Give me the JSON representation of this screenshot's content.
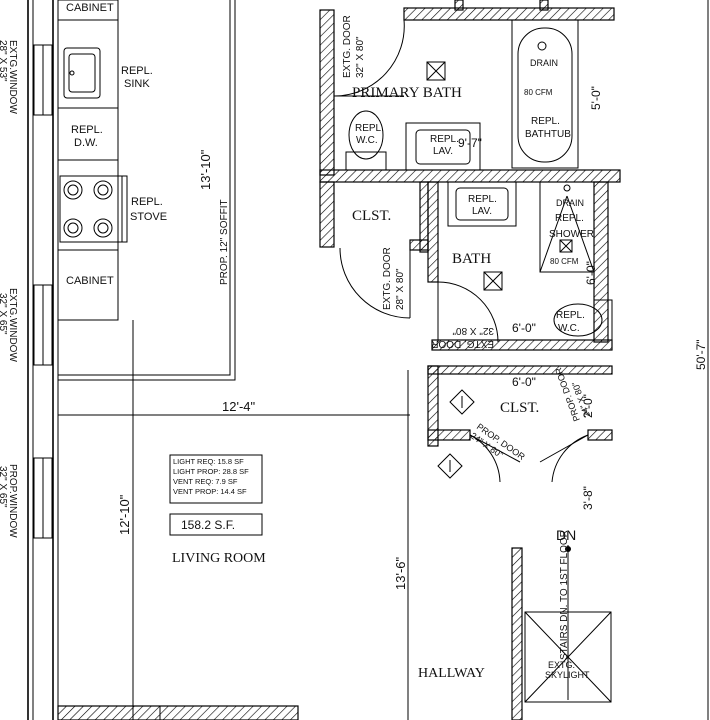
{
  "rooms": {
    "primary_bath": "PRIMARY BATH",
    "closet_1": "CLST.",
    "bath": "BATH",
    "closet_2": "CLST.",
    "living_room": "LIVING ROOM",
    "hallway": "HALLWAY"
  },
  "fixtures": {
    "cabinet_top": "CABINET",
    "sink": [
      "REPL.",
      "SINK"
    ],
    "dishwasher": [
      "REPL.",
      "D.W."
    ],
    "stove": [
      "REPL.",
      "STOVE"
    ],
    "cabinet_mid": "CABINET",
    "primary_wc": [
      "REPL.",
      "W.C."
    ],
    "primary_lav": [
      "REPL.",
      "LAV."
    ],
    "drain_1": "DRAIN",
    "fan_1": "80 CFM",
    "bathtub": [
      "REPL.",
      "BATHTUB"
    ],
    "bath_lav": [
      "REPL.",
      "LAV."
    ],
    "drain_2": "DRAIN",
    "shower": [
      "REPL.",
      "SHOWER"
    ],
    "fan_2": "80 CFM",
    "bath_wc": [
      "REPL.",
      "W.C."
    ],
    "skylight": [
      "EXTG.",
      "SKYLIGHT"
    ]
  },
  "doors": {
    "primary_door": [
      "EXTG. DOOR",
      "32\" X 80\""
    ],
    "closet_door": [
      "EXTG. DOOR",
      "28\" X 80\""
    ],
    "bath_door": [
      "32\" X 80\"",
      "EXTG. DOOR"
    ],
    "prop_door_1": [
      "PROP. DOOR",
      "24\" X 80\""
    ],
    "prop_door_2": [
      "PROP. DOOR",
      "24\" X 80\""
    ]
  },
  "windows": {
    "window_1": [
      "EXTG.WINDOW",
      "28\" X 53\""
    ],
    "window_2": [
      "EXTG.WINDOW",
      "32\" X 65\""
    ],
    "window_3": [
      "PROP.WINDOW",
      "32\" X 65\""
    ]
  },
  "dimensions": {
    "kitchen_depth": "13'-10\"",
    "soffit": "PROP. 12\" SOFFIT",
    "living_width": "12'-4\"",
    "living_depth": "12'-10\"",
    "hall_length": "13'-6\"",
    "bath_width_1": "6'-0\"",
    "bath_depth": "6'-0\"",
    "closet_width": "6'-0\"",
    "closet_depth": "2'-0\"",
    "primary_lav_dim": "9'-7\"",
    "tub_dim": "5'-0\"",
    "hall_seg": "3'-8\"",
    "overall": "50'-7\""
  },
  "calc_box": [
    "LIGHT REQ: 15.8 SF",
    "LIGHT PROP: 28.8 SF",
    "VENT REQ: 7.9 SF",
    "VENT PROP: 14.4 SF"
  ],
  "area": "158.2 S.F.",
  "stairs": {
    "direction": "DN",
    "label": "STAIRS DN. TO 1ST FLOOR"
  }
}
